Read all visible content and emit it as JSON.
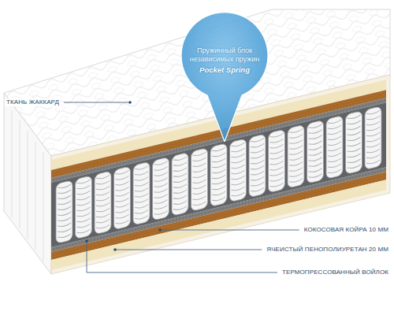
{
  "diagram": {
    "nodes": [
      {
        "text": [
          "Пружинный блок независимых пружин",
          "Pocket Spring"
        ]
      }
    ],
    "labels": [
      "ТКАНЬ ЖАККАРД",
      "КОКОСОВАЯ КОЙРА 10 ММ",
      "ЯЧЕИСТЫЙ ПЕНОПОЛИУРЕТАН 20 ММ",
      "ТЕРМОПРЕССОВАННЫЙ ВОЙЛОК"
    ]
  }
}
